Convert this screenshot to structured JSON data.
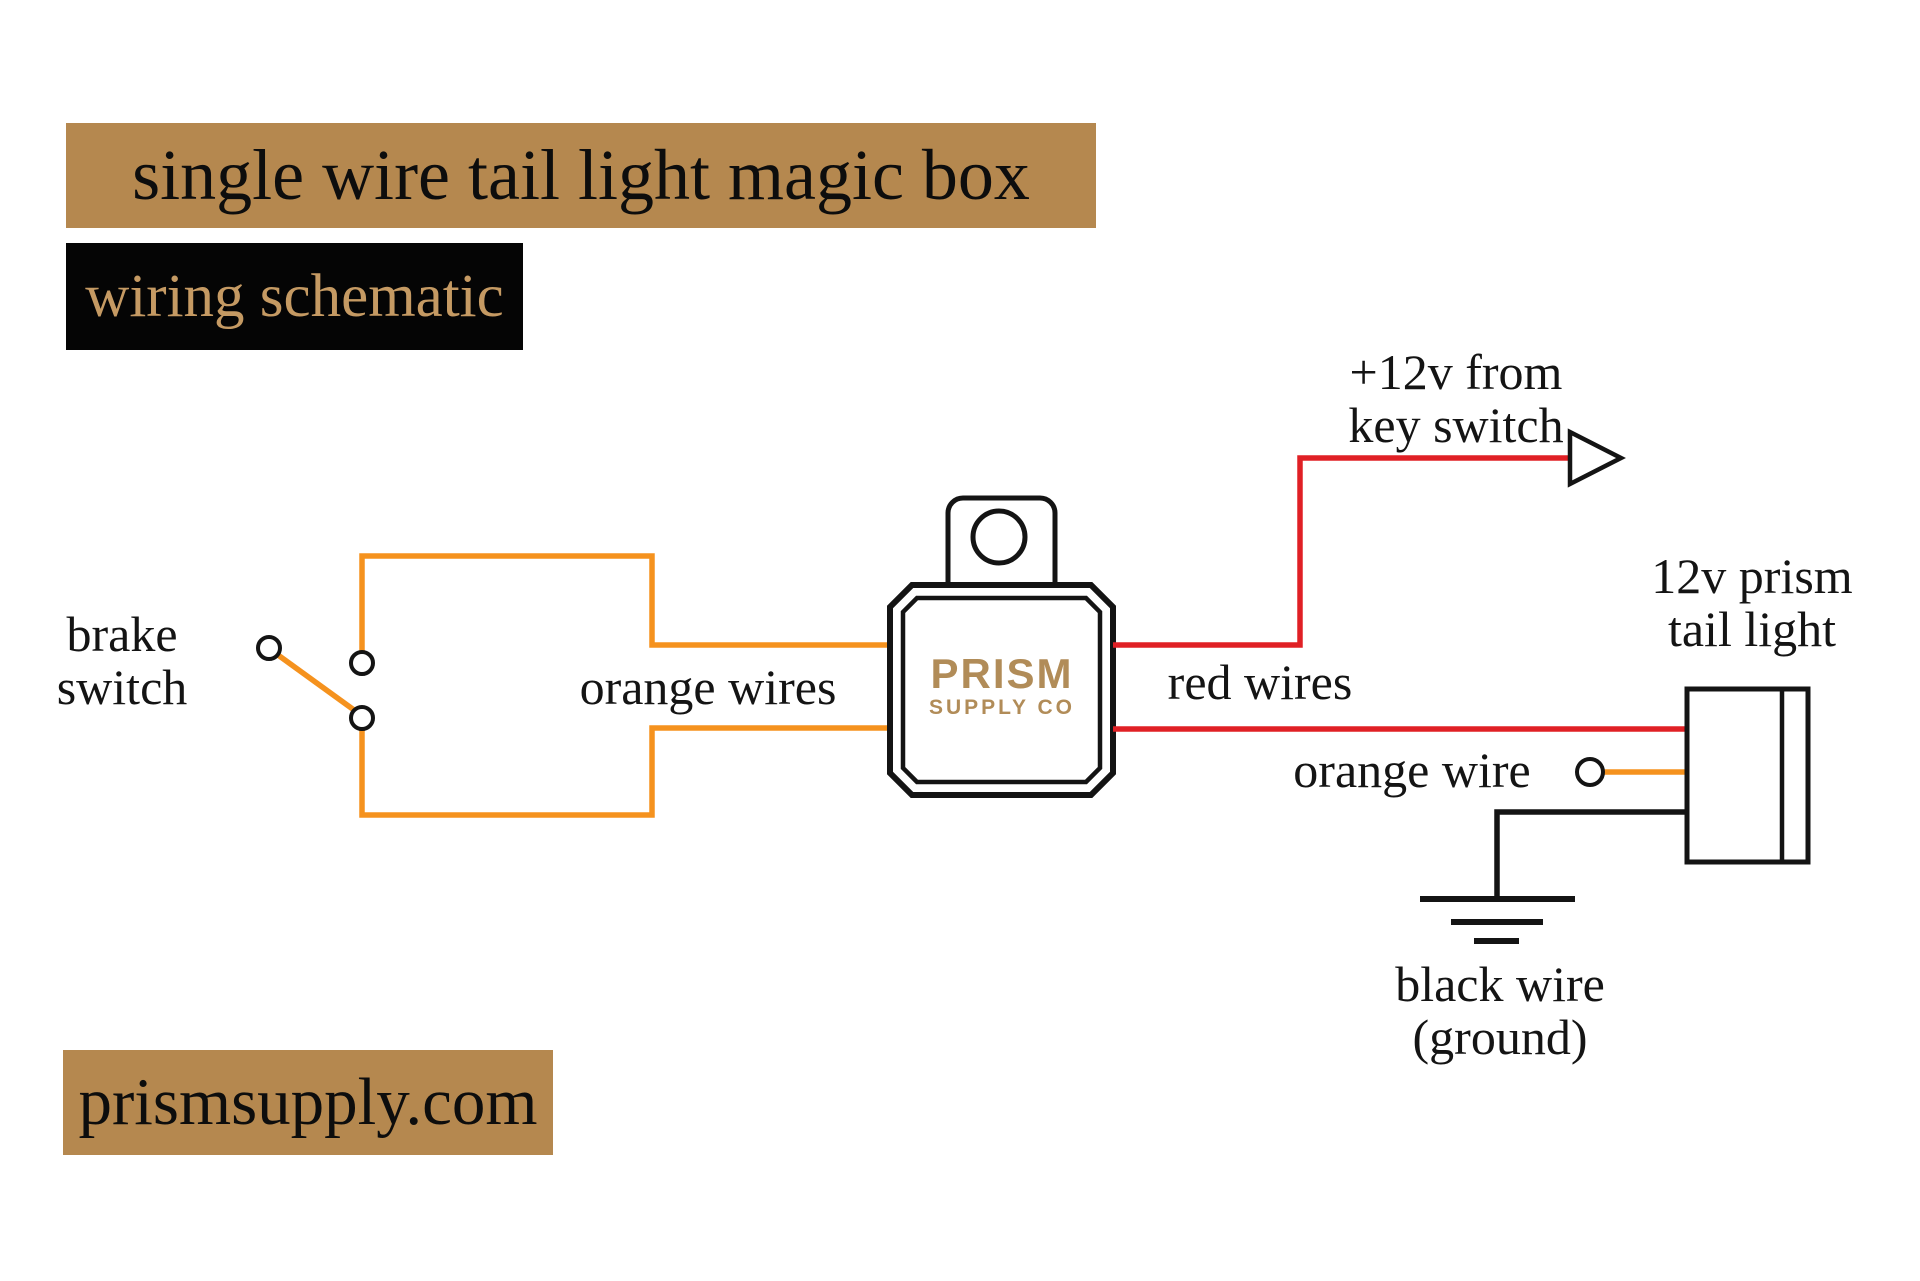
{
  "banners": {
    "title": "single wire tail light magic box",
    "subtitle": "wiring schematic",
    "footer": "prismsupply.com"
  },
  "labels": {
    "brake_switch": {
      "line1": "brake",
      "line2": "switch"
    },
    "orange_wires": "orange wires",
    "red_wires": "red wires",
    "orange_wire": "orange wire",
    "key_switch": {
      "line1": "+12v from",
      "line2": "key switch"
    },
    "tail_light": {
      "line1": "12v prism",
      "line2": "tail light"
    },
    "ground": {
      "line1": "black wire",
      "line2": "(ground)"
    }
  },
  "logo": {
    "name": "PRISM",
    "subname": "SUPPLY CO"
  },
  "colors": {
    "orange_wire": "#f5921e",
    "red_wire": "#e02025",
    "black_wire": "#141414",
    "tan_banner": "#b5884f",
    "banner_gold_text": "#c59a63",
    "logo_gold": "#b18c58",
    "background": "#ffffff"
  }
}
